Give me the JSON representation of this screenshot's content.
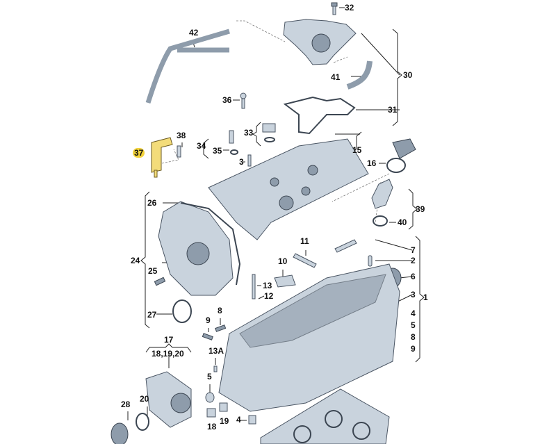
{
  "diagram": {
    "highlight_color": "#f2d23a",
    "labels": {
      "p32": "32",
      "p42": "42",
      "p30": "30",
      "p41": "41",
      "p36": "36",
      "p31": "31",
      "p33": "33",
      "p38": "38",
      "p37": "37",
      "p34": "34",
      "p35": "35",
      "p15": "15",
      "p16": "16",
      "p3a": "3",
      "p26": "26",
      "p39": "39",
      "p40": "40",
      "p11": "11",
      "p7": "7",
      "p24": "24",
      "p10": "10",
      "p2": "2",
      "p25": "25",
      "p13": "13",
      "p6": "6",
      "p12": "12",
      "p3b": "3",
      "p1": "1",
      "p8a": "8",
      "p4a": "4",
      "p5a": "5",
      "p8b": "8",
      "p9a": "9",
      "p27": "27",
      "p9b": "9",
      "p17": "17",
      "p181920": "18,19,20",
      "p13A": "13A",
      "p5b": "5",
      "p20": "20",
      "p28": "28",
      "p18": "18",
      "p19": "19",
      "p4b": "4"
    }
  }
}
